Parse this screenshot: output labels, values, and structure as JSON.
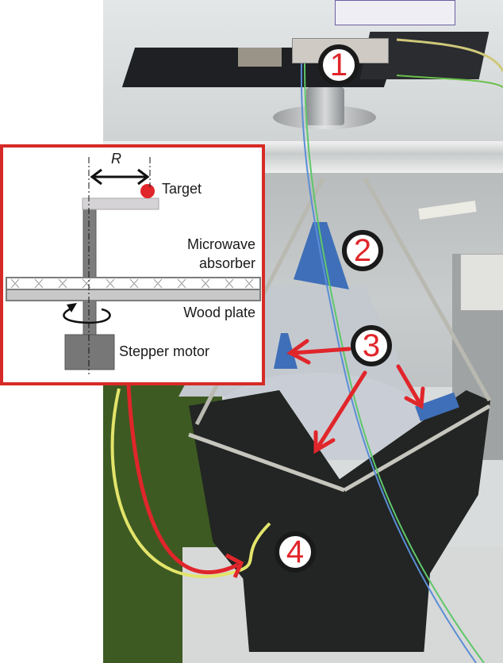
{
  "figure": {
    "description": "Photograph of an experimental microwave measurement setup with numbered callouts and an inset schematic",
    "callouts": [
      {
        "number": "1",
        "target": "top electronics plate"
      },
      {
        "number": "2",
        "target": "blue horn antenna"
      },
      {
        "number": "3",
        "target": "absorber-lined chamber interior (three arrows)"
      },
      {
        "number": "4",
        "target": "black absorber enclosure"
      }
    ],
    "colors": {
      "accent_red": "#e0262b",
      "inset_border": "#d62a26",
      "badge_ring": "#1a1a1a",
      "target_dot": "#e0262b"
    }
  },
  "inset": {
    "radius_label": "R",
    "labels": {
      "target": "Target",
      "absorber_line1": "Microwave",
      "absorber_line2": "absorber",
      "wood_plate": "Wood plate",
      "stepper_motor": "Stepper motor"
    },
    "icons": [
      "rotation-arrow-icon",
      "double-arrow-icon"
    ]
  }
}
